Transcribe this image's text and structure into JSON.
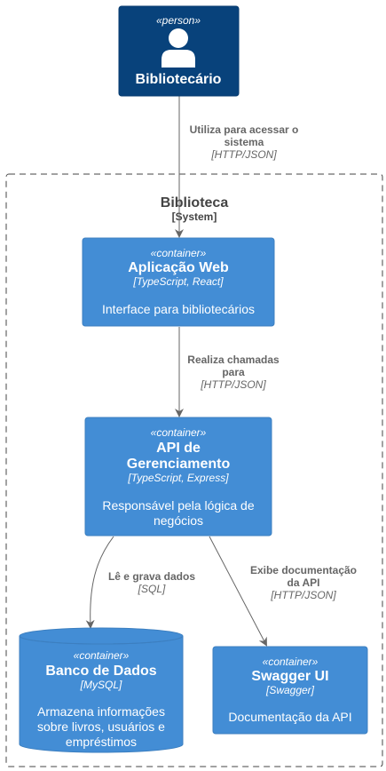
{
  "person": {
    "stereotype": "«person»",
    "name": "Bibliotecário"
  },
  "boundary": {
    "name": "Biblioteca",
    "type": "[System]"
  },
  "containers": {
    "web": {
      "stereotype": "«container»",
      "name": "Aplicação Web",
      "tech": "[TypeScript, React]",
      "desc": "Interface para bibliotecários"
    },
    "api": {
      "stereotype": "«container»",
      "name_line1": "API de",
      "name_line2": "Gerenciamento",
      "tech": "[TypeScript, Express]",
      "desc_line1": "Responsável pela lógica de",
      "desc_line2": "negócios"
    },
    "db": {
      "stereotype": "«container»",
      "name": "Banco de Dados",
      "tech": "[MySQL]",
      "desc_line1": "Armazena informações",
      "desc_line2": "sobre livros, usuários e",
      "desc_line3": "empréstimos"
    },
    "swagger": {
      "stereotype": "«container»",
      "name": "Swagger UI",
      "tech": "[Swagger]",
      "desc": "Documentação da API"
    }
  },
  "relations": {
    "person_web": {
      "line1": "Utiliza para acessar o",
      "line2": "sistema",
      "tech": "[HTTP/JSON]"
    },
    "web_api": {
      "line1": "Realiza chamadas",
      "line2": "para",
      "tech": "[HTTP/JSON]"
    },
    "api_db": {
      "line1": "Lê e grava dados",
      "tech": "[SQL]"
    },
    "api_swagger": {
      "line1": "Exibe documentação",
      "line2": "da API",
      "tech": "[HTTP/JSON]"
    }
  },
  "colors": {
    "person": "#08427B",
    "container": "#438DD5",
    "container_border": "#3C7FC0",
    "edge": "#666666",
    "boundary": "#444444"
  }
}
